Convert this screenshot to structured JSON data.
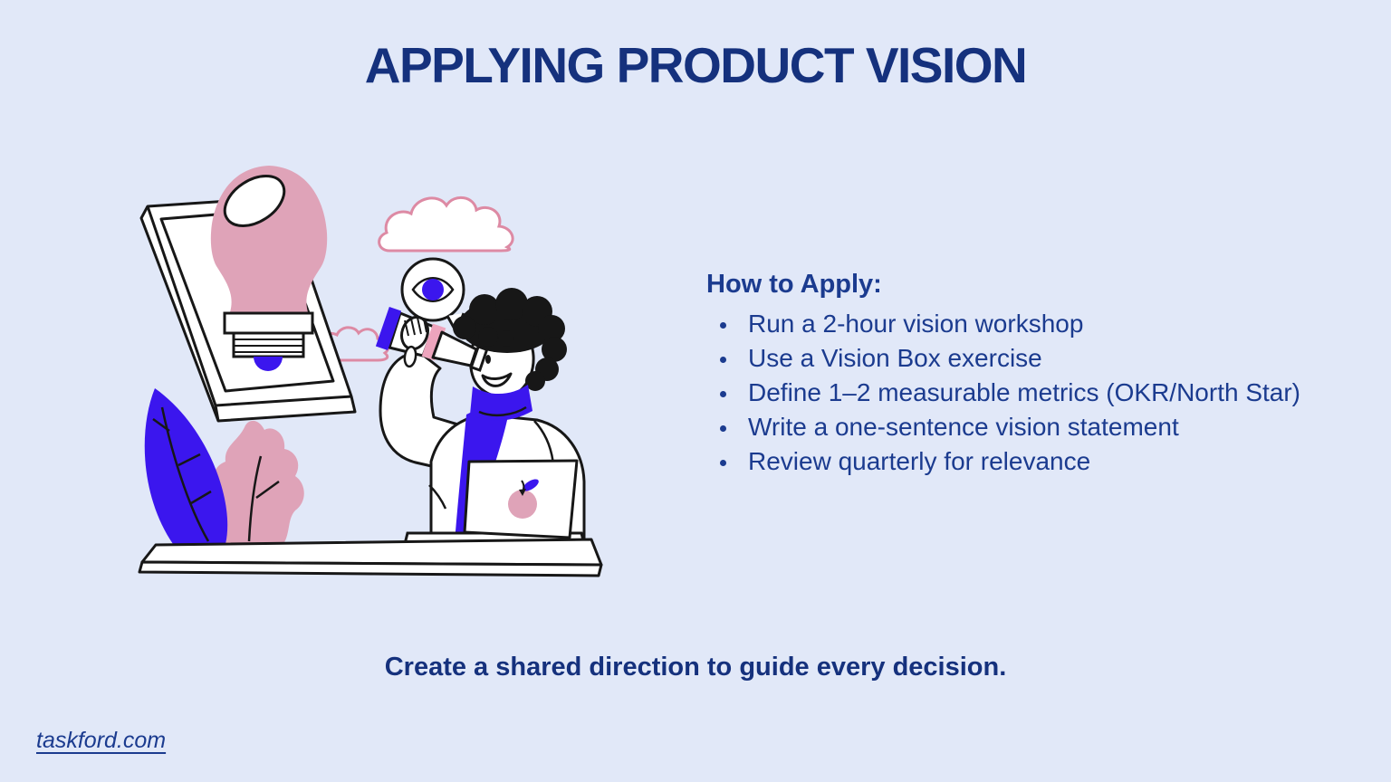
{
  "slide": {
    "title": "APPLYING PRODUCT VISION",
    "tagline": "Create a shared direction to guide every decision.",
    "footer_link": "taskford.com"
  },
  "how_to_apply": {
    "heading": "How to Apply:",
    "items": [
      "Run a 2-hour vision workshop",
      "Use a Vision Box exercise",
      "Define 1–2 measurable metrics (OKR/North Star)",
      "Write a one-sentence vision statement",
      "Review quarterly for relevance"
    ]
  },
  "illustration": {
    "description": "Person in a white coat with a blue scarf looking through a telescope, beside a tablet with a pink lightbulb idea, speech bubble with an eye, clouds, a plant and a laptop with an apple logo on a desk",
    "icons": [
      "tablet-icon",
      "lightbulb-icon",
      "cloud-icon",
      "speech-bubble-eye-icon",
      "telescope-icon",
      "laptop-icon",
      "plant-icon",
      "desk"
    ]
  },
  "colors": {
    "background": "#e1e8f8",
    "text_navy": "#15317d",
    "list_navy": "#1b3b8f",
    "accent_blue": "#3b16ee",
    "accent_pink": "#dfa3b8",
    "cloud_outline_pink": "#dd8aa4",
    "line_black": "#171717",
    "white": "#ffffff"
  }
}
